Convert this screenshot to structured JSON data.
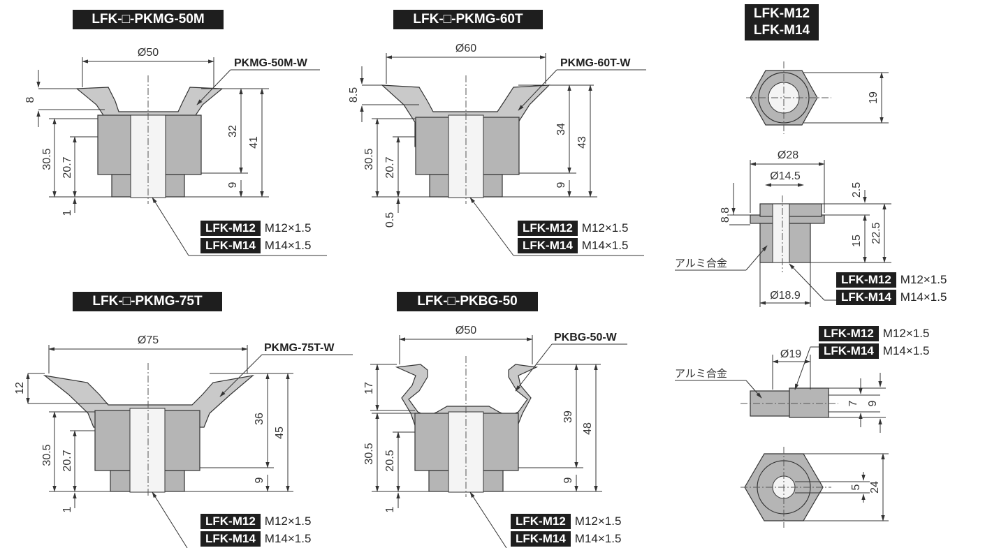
{
  "titles": {
    "p50m": "LFK-□-PKMG-50M",
    "p60t": "LFK-□-PKMG-60T",
    "p75t": "LFK-□-PKMG-75T",
    "pbg50": "LFK-□-PKBG-50",
    "fitting_a": "LFK-M12",
    "fitting_b": "LFK-M14"
  },
  "variants": {
    "m12_key": "LFK-M12",
    "m12_thread": "M12×1.5",
    "m14_key": "LFK-M14",
    "m14_thread": "M14×1.5"
  },
  "callouts": {
    "p50m": "PKMG-50M-W",
    "p60t": "PKMG-60T-W",
    "p75t": "PKMG-75T-W",
    "pbg50": "PKBG-50-W",
    "material": "アルミ合金"
  },
  "dims": {
    "p50m": {
      "dia": "Ø50",
      "top": "8",
      "a": "30.5",
      "b": "20.7",
      "c": "1",
      "h1": "32",
      "h2": "41",
      "h3": "9"
    },
    "p60t": {
      "dia": "Ø60",
      "top": "8.5",
      "a": "30.5",
      "b": "20.7",
      "c": "0.5",
      "h1": "34",
      "h2": "43",
      "h3": "9"
    },
    "p75t": {
      "dia": "Ø75",
      "top": "12",
      "a": "30.5",
      "b": "20.7",
      "c": "1",
      "h1": "36",
      "h2": "45",
      "h3": "9"
    },
    "pbg50": {
      "dia": "Ø50",
      "top": "17",
      "a": "30.5",
      "b": "20.5",
      "c": "1",
      "h1": "39",
      "h2": "48",
      "h3": "9"
    },
    "fitting": {
      "hex_w": "19",
      "dia_outer": "Ø28",
      "dia_inner": "Ø14.5",
      "top": "2.5",
      "flange": "8.8",
      "h1": "15",
      "h2": "22.5",
      "dia_bottom": "Ø18.9",
      "nut_dia": "Ø19",
      "nut_h1": "7",
      "nut_h2": "9",
      "nut_s1": "5",
      "nut_s2": "24"
    }
  },
  "colors": {
    "label_bg": "#1e1e1e",
    "part_fill": "#b5b5b5",
    "cup_fill": "#c9c9c9"
  }
}
